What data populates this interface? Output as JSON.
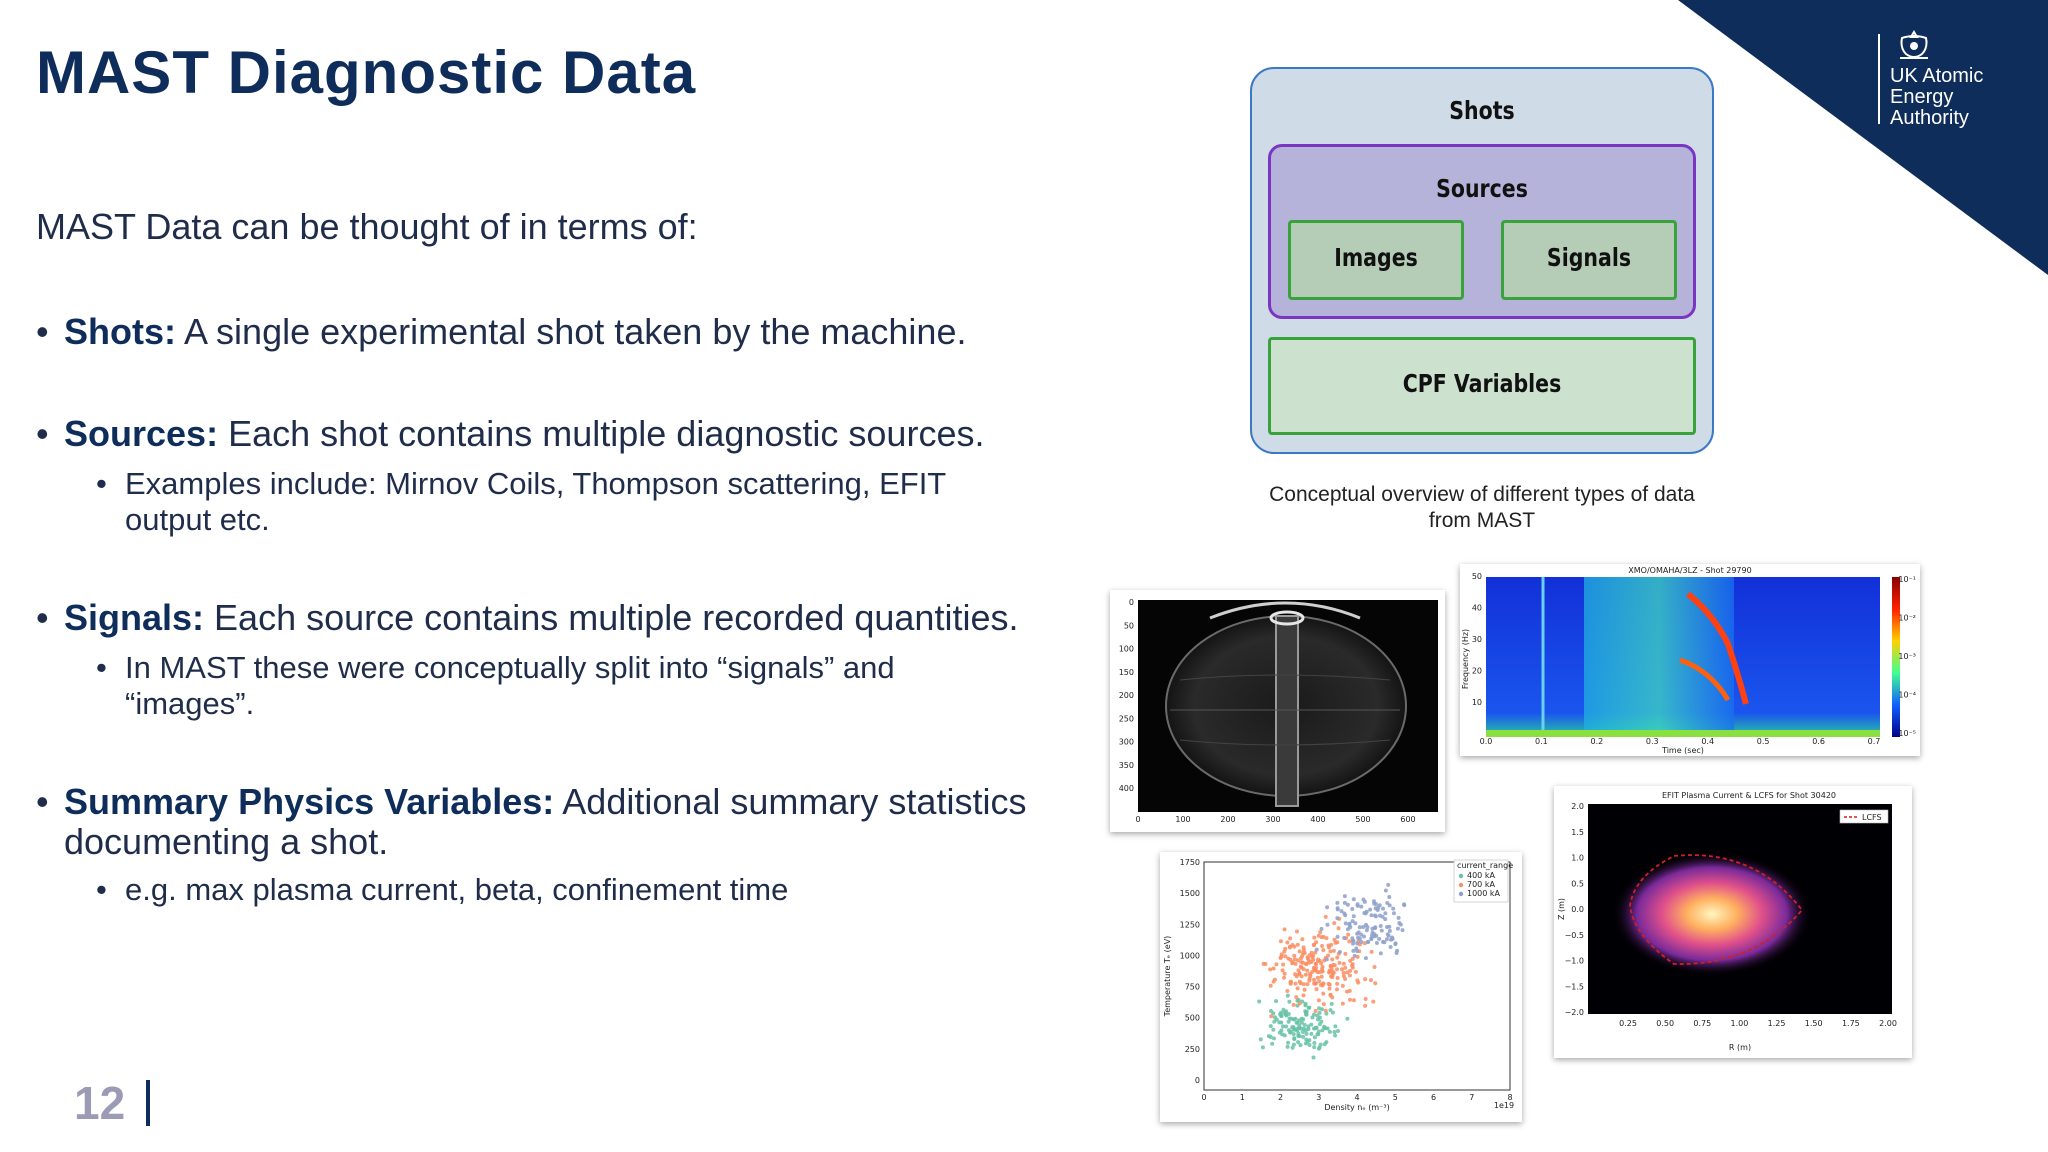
{
  "slide": {
    "title": "MAST Diagnostic Data",
    "intro": "MAST Data can be thought of in terms of:",
    "bullets": [
      {
        "term": "Shots:",
        "text": " A single experimental shot taken by the machine."
      },
      {
        "term": "Sources:",
        "text": " Each shot contains multiple diagnostic sources."
      },
      {
        "term": "Signals:",
        "text": " Each source contains multiple recorded quantities."
      },
      {
        "term": "Summary Physics Variables:",
        "text": " Additional summary statistics",
        "text2": "documenting a shot."
      }
    ],
    "subbullets": [
      {
        "line1": "Examples include: Mirnov Coils, Thompson scattering, EFIT",
        "line2": "output etc."
      },
      {
        "line1": "In MAST these were conceptually split into “signals” and",
        "line2": "“images”."
      },
      {
        "line1": "e.g. max plasma current, beta, confinement time",
        "line2": ""
      }
    ],
    "bullet_glyph": "•",
    "page_number": "12"
  },
  "logo": {
    "line1": "UK Atomic",
    "line2": "Energy",
    "line3": "Authority"
  },
  "diagram": {
    "shots": "Shots",
    "sources": "Sources",
    "images": "Images",
    "signals": "Signals",
    "cpf": "CPF Variables",
    "caption_line1": "Conceptual overview of different types of data",
    "caption_line2": "from MAST"
  },
  "camera_image": {
    "y_ticks": [
      "0",
      "50",
      "100",
      "150",
      "200",
      "250",
      "300",
      "350",
      "400"
    ],
    "x_ticks": [
      "0",
      "100",
      "200",
      "300",
      "400",
      "500",
      "600"
    ]
  },
  "spectrogram": {
    "title": "XMO/OMAHA/3LZ - Shot 29790",
    "ylabel": "Frequency (Hz)",
    "xlabel": "Time (sec)",
    "y_ticks": [
      "10",
      "20",
      "30",
      "40",
      "50"
    ],
    "x_ticks": [
      "0.0",
      "0.1",
      "0.2",
      "0.3",
      "0.4",
      "0.5",
      "0.6",
      "0.7"
    ],
    "cbar_ticks": [
      "10⁻¹",
      "10⁻²",
      "10⁻³",
      "10⁻⁴",
      "10⁻⁵"
    ]
  },
  "scatter": {
    "ylabel": "Temperature Tₑ (eV)",
    "xlabel": "Density nₑ (m⁻³)",
    "x_offset": "1e19",
    "y_ticks": [
      "0",
      "250",
      "500",
      "750",
      "1000",
      "1250",
      "1500",
      "1750"
    ],
    "x_ticks": [
      "0",
      "1",
      "2",
      "3",
      "4",
      "5",
      "6",
      "7",
      "8"
    ],
    "legend_title": "current_range",
    "legend": [
      "400 kA",
      "700 kA",
      "1000 kA"
    ]
  },
  "efit": {
    "title": "EFIT Plasma Current & LCFS for Shot 30420",
    "ylabel": "Z (m)",
    "xlabel": "R (m)",
    "y_ticks": [
      "2.0",
      "1.5",
      "1.0",
      "0.5",
      "0.0",
      "−0.5",
      "−1.0",
      "−1.5",
      "−2.0"
    ],
    "x_ticks": [
      "0.25",
      "0.50",
      "0.75",
      "1.00",
      "1.25",
      "1.50",
      "1.75",
      "2.00"
    ],
    "legend": "LCFS"
  },
  "colors": {
    "navy": "#0f2d5a",
    "text": "#1f2d4a",
    "page_num": "#9b9bb5"
  }
}
